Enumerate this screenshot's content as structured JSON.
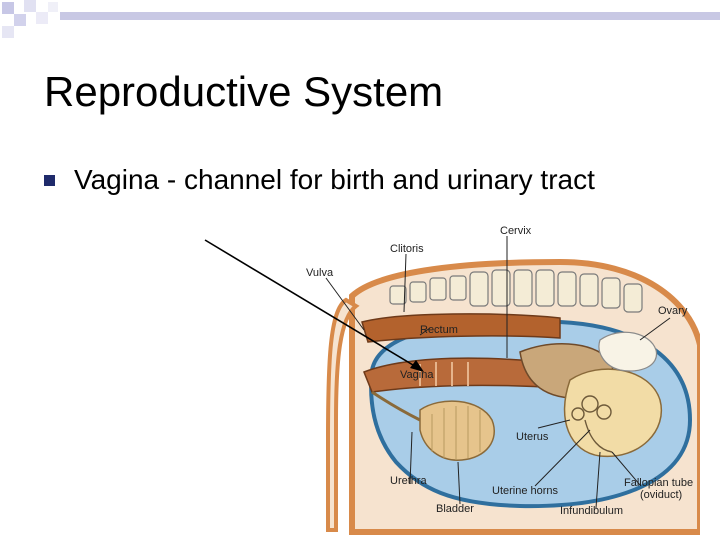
{
  "slide": {
    "title": "Reproductive System",
    "bullet": "Vagina - channel for birth and urinary tract"
  },
  "diagram": {
    "labels": {
      "cervix": "Cervix",
      "clitoris": "Clitoris",
      "vulva": "Vulva",
      "ovary": "Ovary",
      "rectum": "Rectum",
      "vagina": "Vagina",
      "uterus": "Uterus",
      "urethra": "Urethra",
      "uterine_horns": "Uterine horns",
      "fallopian_tube": "Fallopian tube",
      "oviduct": "(oviduct)",
      "bladder": "Bladder",
      "infundibulum": "Infundibulum"
    }
  },
  "colors": {
    "bullet": "#1f2a6b",
    "body_outline": "#d88a4a",
    "body_fill": "#f6e3cf",
    "cavity": "#a9cde8",
    "cavity_dark": "#2f6f9e",
    "spine": "#f4ecd6",
    "rectum": "#b3622d",
    "tract": "#c9a77a",
    "bladder": "#e6c48c",
    "uterus": "#f2dca6"
  }
}
